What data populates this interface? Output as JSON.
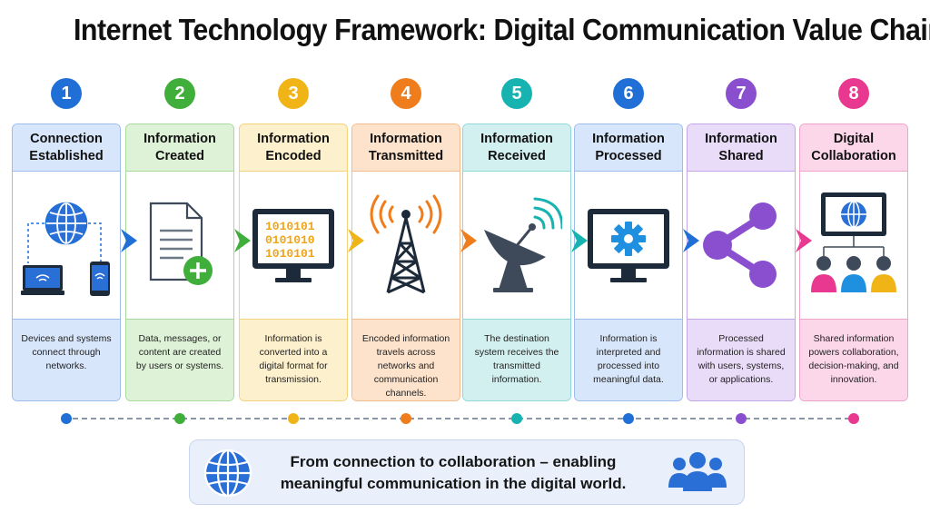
{
  "title": "Internet Technology Framework: Digital Communication Value Chain",
  "stages": [
    {
      "num": "1",
      "title": "Connection Established",
      "desc": "Devices and systems connect through networks.",
      "color": "#1f6fd6",
      "head_bg": "#d8e6fb",
      "border": "#9cbcec",
      "icon": "network-devices-icon"
    },
    {
      "num": "2",
      "title": "Information Created",
      "desc": "Data, messages, or content are created by users or systems.",
      "color": "#3fae3a",
      "head_bg": "#ddf2d6",
      "border": "#a8d99c",
      "icon": "document-add-icon"
    },
    {
      "num": "3",
      "title": "Information Encoded",
      "desc": "Information is converted into a digital format for transmission.",
      "color": "#f0b416",
      "head_bg": "#fdf0cc",
      "border": "#f2d27a",
      "icon": "binary-monitor-icon"
    },
    {
      "num": "4",
      "title": "Information Transmitted",
      "desc": "Encoded information travels across networks and communication channels.",
      "color": "#f07d1c",
      "head_bg": "#fde3cc",
      "border": "#f4bc8c",
      "icon": "transmission-tower-icon"
    },
    {
      "num": "5",
      "title": "Information Received",
      "desc": "The destination system receives the transmitted information.",
      "color": "#17b3b0",
      "head_bg": "#d2f0ef",
      "border": "#8fd8d5",
      "icon": "satellite-dish-icon"
    },
    {
      "num": "6",
      "title": "Information Processed",
      "desc": "Information is interpreted and processed into meaningful data.",
      "color": "#1f6fd6",
      "head_bg": "#d8e6fb",
      "border": "#9cbcec",
      "icon": "gear-monitor-icon"
    },
    {
      "num": "7",
      "title": "Information Shared",
      "desc": "Processed information is shared with users, systems, or applications.",
      "color": "#8a4fcf",
      "head_bg": "#e9dcf8",
      "border": "#c4a5ea",
      "icon": "share-icon"
    },
    {
      "num": "8",
      "title": "Digital Collaboration",
      "desc": "Shared information powers collaboration, decision-making, and innovation.",
      "color": "#e8388f",
      "head_bg": "#fbd7e9",
      "border": "#f0a3c9",
      "icon": "collaboration-icon"
    }
  ],
  "arrow_colors": [
    "#1f6fd6",
    "#3fae3a",
    "#f0b416",
    "#f07d1c",
    "#17b3b0",
    "#1f6fd6",
    "#e8388f"
  ],
  "banner": {
    "text": "From connection to collaboration – enabling meaningful communication in the digital world.",
    "left_icon": "globe-icon",
    "right_icon": "team-icon"
  }
}
